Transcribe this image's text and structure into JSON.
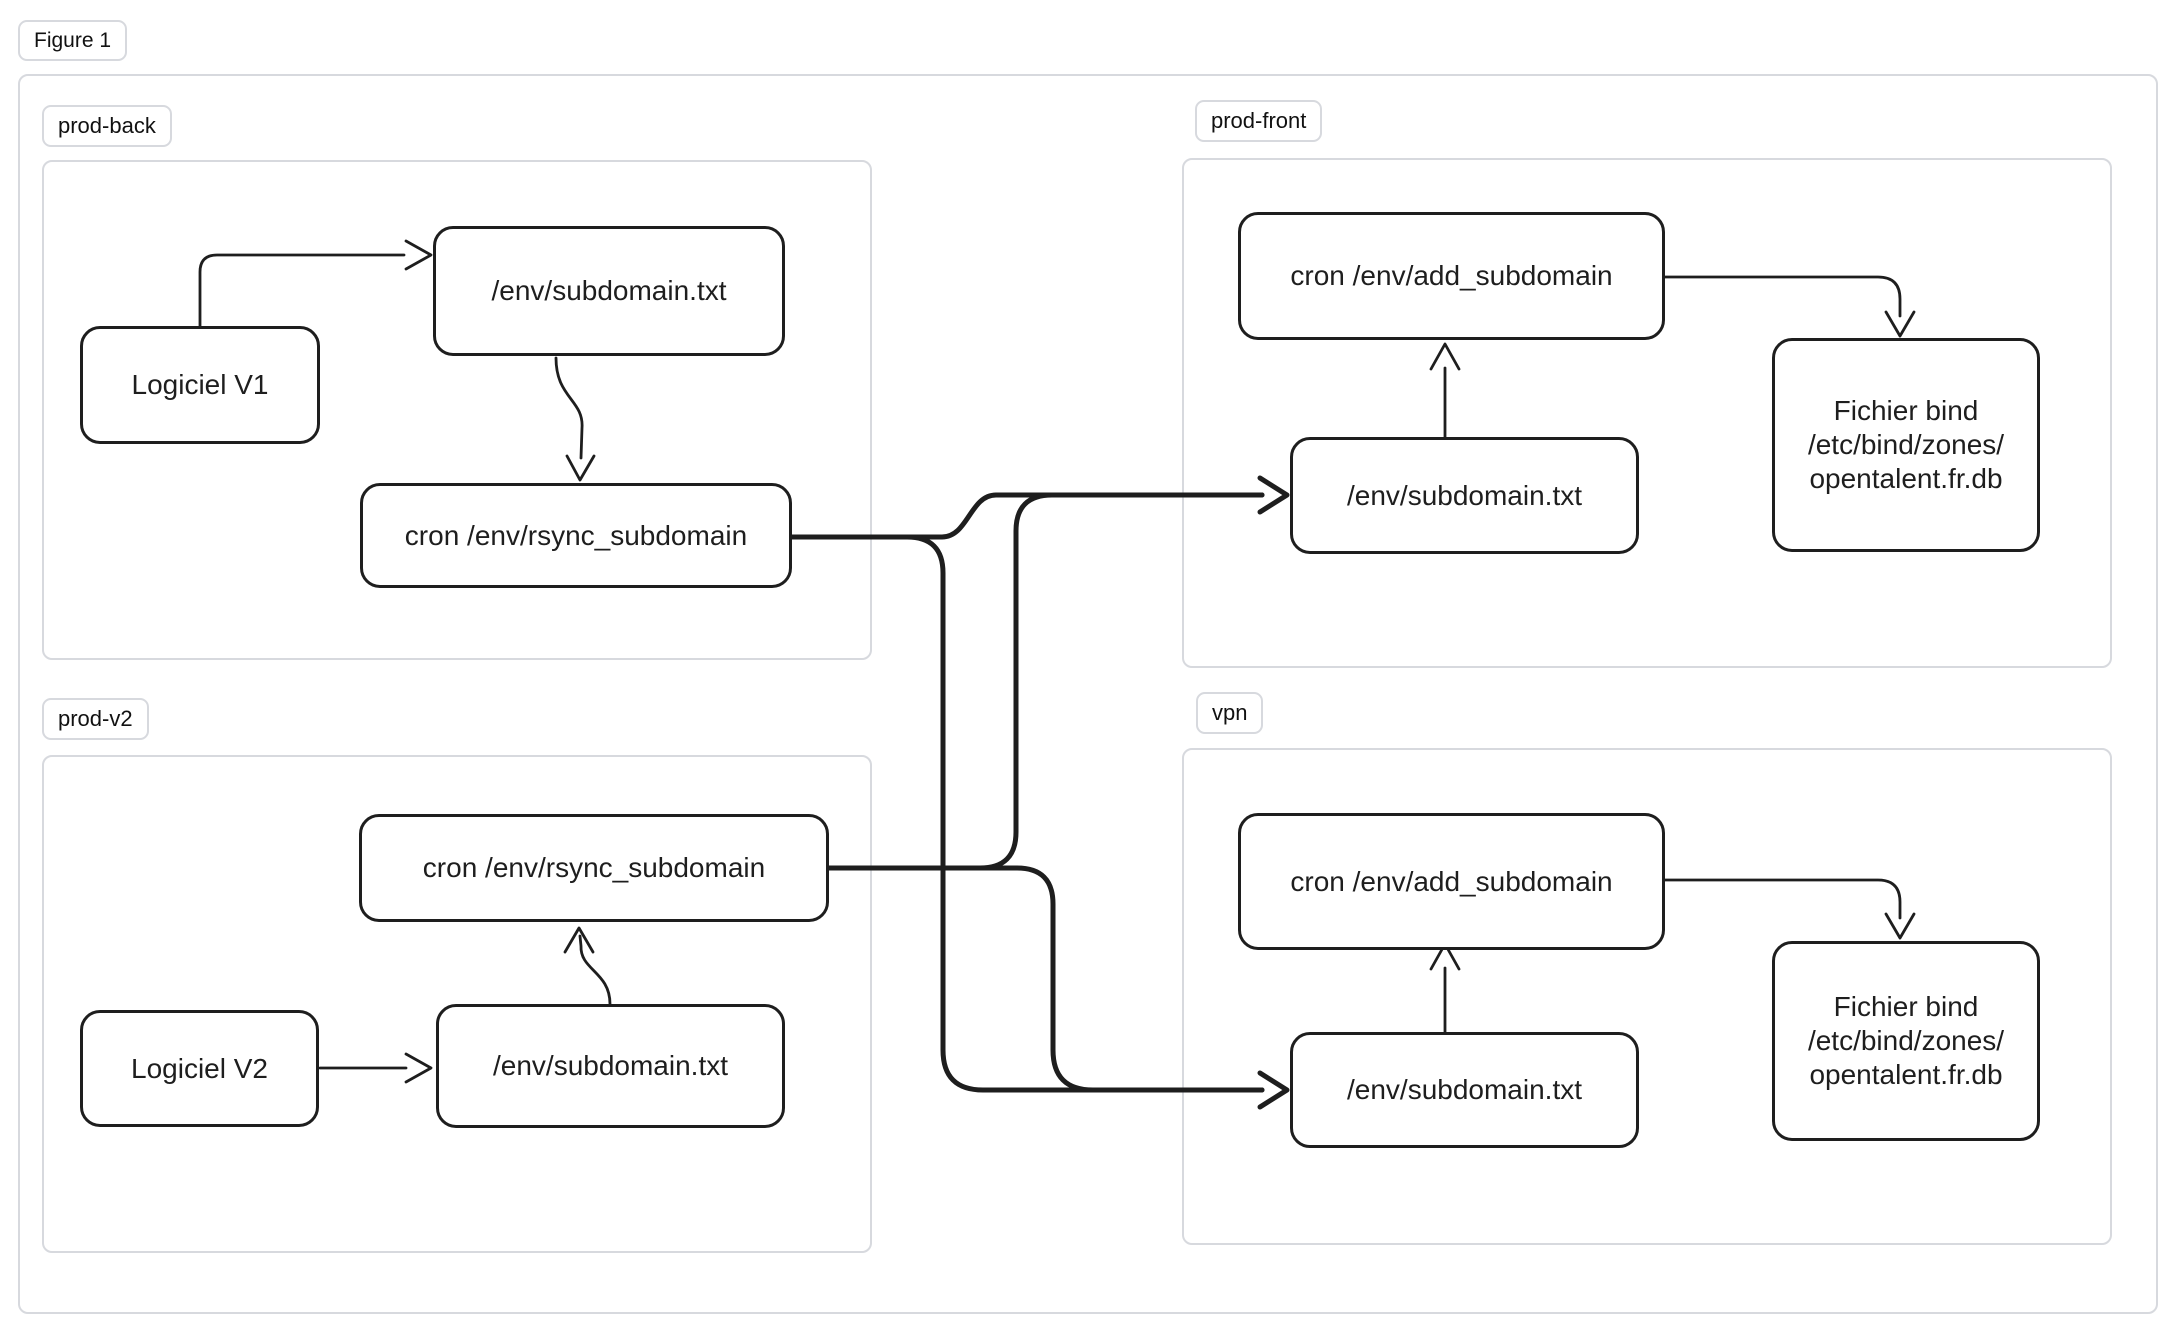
{
  "figure": {
    "label": "Figure 1"
  },
  "groups": {
    "prod_back": {
      "label": "prod-back",
      "nodes": {
        "logiciel": "Logiciel V1",
        "subdomain": "/env/subdomain.txt",
        "rsync": "cron /env/rsync_subdomain"
      }
    },
    "prod_front": {
      "label": "prod-front",
      "nodes": {
        "add": "cron /env/add_subdomain",
        "subdomain": "/env/subdomain.txt",
        "bind_lines": [
          "Fichier bind",
          "/etc/bind/zones/",
          "opentalent.fr.db"
        ]
      }
    },
    "prod_v2": {
      "label": "prod-v2",
      "nodes": {
        "logiciel": "Logiciel V2",
        "subdomain": "/env/subdomain.txt",
        "rsync": "cron /env/rsync_subdomain"
      }
    },
    "vpn": {
      "label": "vpn",
      "nodes": {
        "add": "cron /env/add_subdomain",
        "subdomain": "/env/subdomain.txt",
        "bind_lines": [
          "Fichier bind",
          "/etc/bind/zones/",
          "opentalent.fr.db"
        ]
      }
    }
  },
  "edges": [
    {
      "from": "prod-back:Logiciel V1",
      "to": "prod-back:/env/subdomain.txt"
    },
    {
      "from": "prod-back:/env/subdomain.txt",
      "to": "prod-back:cron /env/rsync_subdomain"
    },
    {
      "from": "prod-back:cron /env/rsync_subdomain",
      "to": "prod-front:/env/subdomain.txt"
    },
    {
      "from": "prod-back:cron /env/rsync_subdomain",
      "to": "vpn:/env/subdomain.txt"
    },
    {
      "from": "prod-v2:Logiciel V2",
      "to": "prod-v2:/env/subdomain.txt"
    },
    {
      "from": "prod-v2:/env/subdomain.txt",
      "to": "prod-v2:cron /env/rsync_subdomain"
    },
    {
      "from": "prod-v2:cron /env/rsync_subdomain",
      "to": "prod-front:/env/subdomain.txt"
    },
    {
      "from": "prod-v2:cron /env/rsync_subdomain",
      "to": "vpn:/env/subdomain.txt"
    },
    {
      "from": "prod-front:/env/subdomain.txt",
      "to": "prod-front:cron /env/add_subdomain"
    },
    {
      "from": "prod-front:cron /env/add_subdomain",
      "to": "prod-front:Fichier bind /etc/bind/zones/opentalent.fr.db"
    },
    {
      "from": "vpn:/env/subdomain.txt",
      "to": "vpn:cron /env/add_subdomain"
    },
    {
      "from": "vpn:cron /env/add_subdomain",
      "to": "vpn:Fichier bind /etc/bind/zones/opentalent.fr.db"
    }
  ],
  "colors": {
    "stroke": "#1e1e1e",
    "frame_border": "#d7d9de",
    "background": "#ffffff"
  }
}
